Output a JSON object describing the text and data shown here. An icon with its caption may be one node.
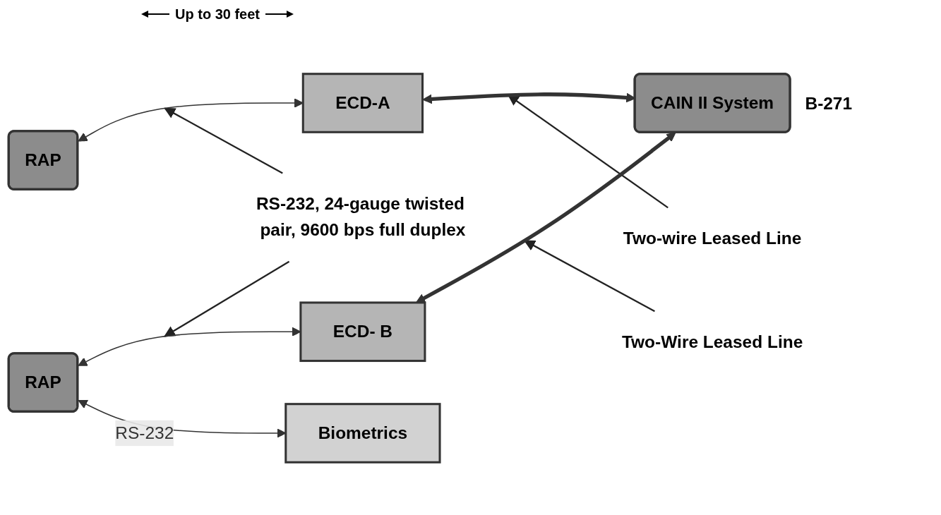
{
  "diagram": {
    "nodes": [
      {
        "text": [
          "RAP"
        ]
      },
      {
        "text": [
          "ECD-A"
        ]
      },
      {
        "text": [
          "CAIN II System"
        ],
        "beside": [
          "B-271"
        ]
      },
      {
        "text": [
          "RAP"
        ]
      },
      {
        "text": [
          "ECD- B"
        ]
      },
      {
        "text": [
          "Biometrics"
        ]
      },
      {
        "text": [
          "Two-wire Leased Line"
        ]
      },
      {
        "text": [
          "RS-232, 24-gauge twisted pair, 9600 bps full duplex"
        ]
      },
      {
        "text": [
          "Two-Wire Leased Line"
        ]
      }
    ],
    "edges": [
      {
        "from": 0,
        "to": 1,
        "arrow": "both"
      },
      {
        "from": 1,
        "to": 2,
        "arrow": "both",
        "style": "thick"
      },
      {
        "from": 3,
        "to": 4,
        "arrow": "both"
      },
      {
        "from": 4,
        "to": 2,
        "arrow": "both",
        "style": "thick"
      },
      {
        "from": 3,
        "to": 5,
        "arrow": "both",
        "label": "RS-232"
      },
      {
        "from": 6,
        "to": null,
        "arrow": "to"
      },
      {
        "from": 7,
        "to": null,
        "arrow": "to"
      },
      {
        "from": 7,
        "to": null,
        "arrow": "to"
      },
      {
        "from": 8,
        "to": null,
        "arrow": "to"
      }
    ],
    "labels": [
      "Up to 30 feet"
    ]
  }
}
